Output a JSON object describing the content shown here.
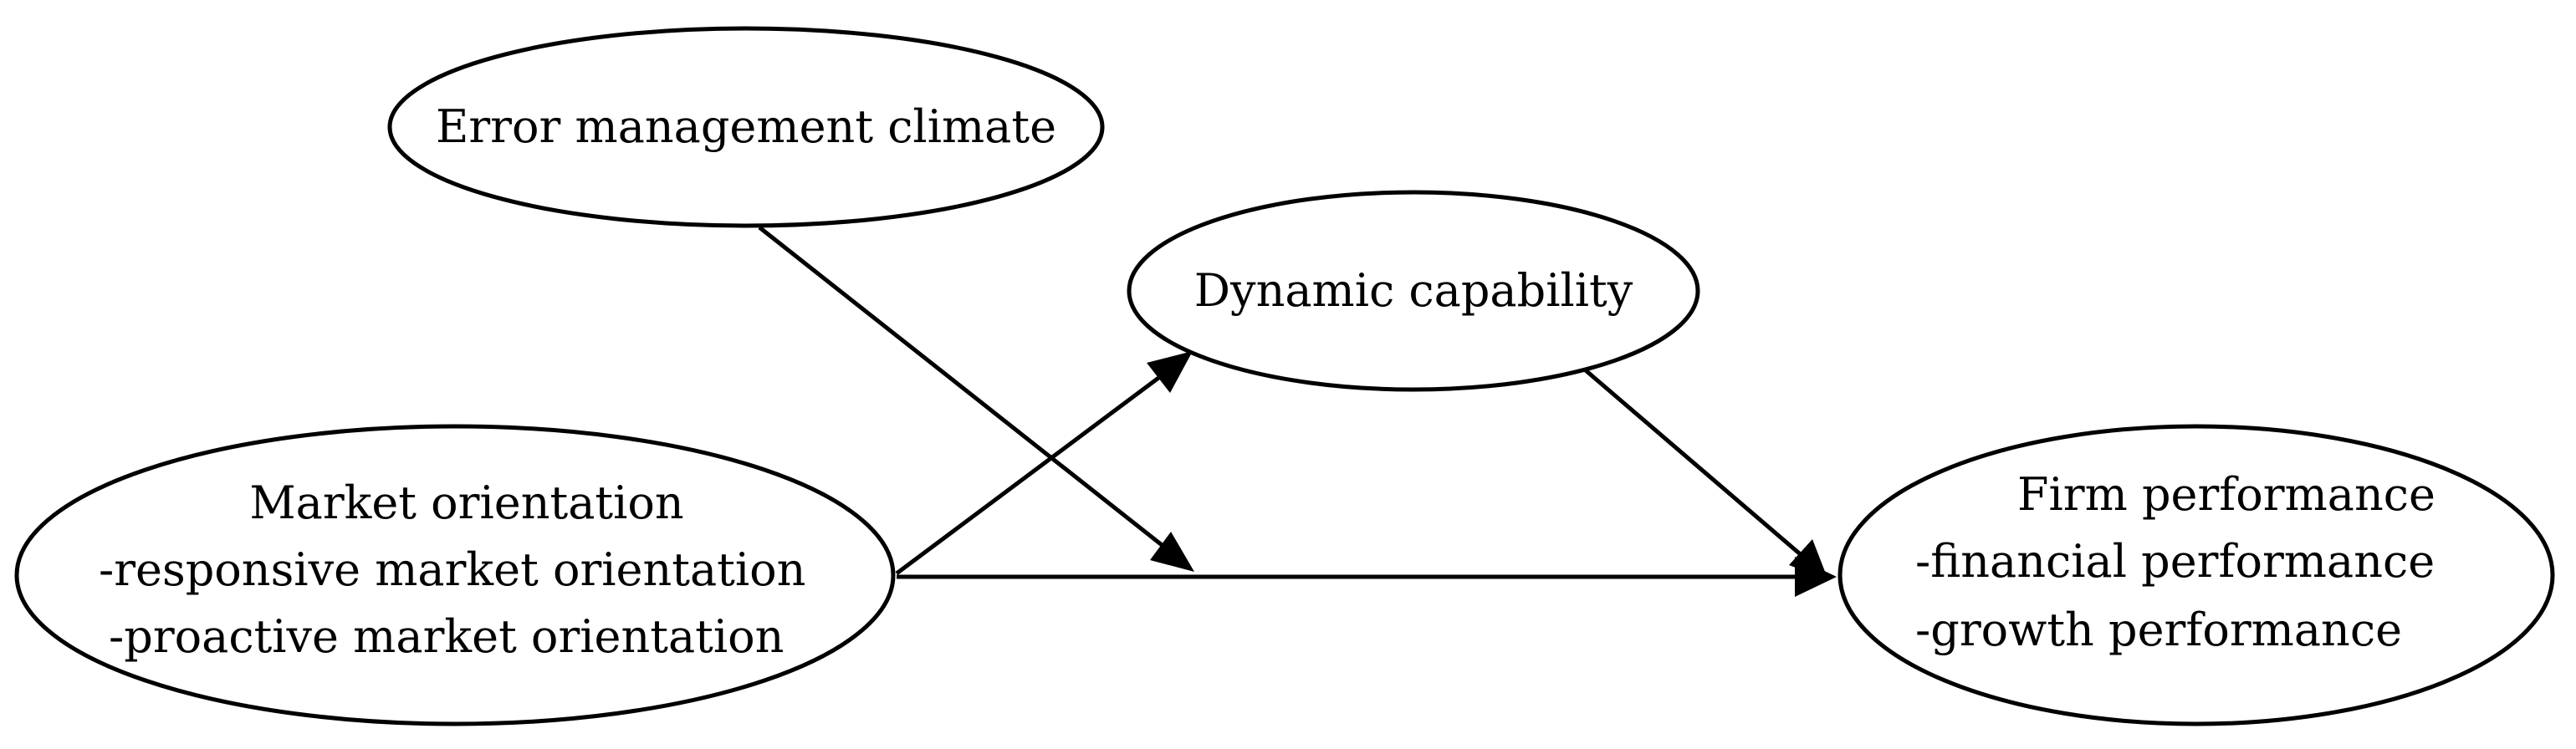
{
  "nodes": {
    "error_management_climate": {
      "lines": [
        "Error management climate"
      ]
    },
    "dynamic_capability": {
      "lines": [
        "Dynamic capability"
      ]
    },
    "market_orientation": {
      "lines": [
        "Market orientation",
        "-responsive market orientation",
        "-proactive market orientation"
      ]
    },
    "firm_performance": {
      "lines": [
        "Firm performance",
        "-financial performance",
        "-growth performance"
      ]
    }
  },
  "edges": [
    {
      "from": "market_orientation",
      "to": "dynamic_capability",
      "kind": "direct"
    },
    {
      "from": "dynamic_capability",
      "to": "firm_performance",
      "kind": "direct"
    },
    {
      "from": "market_orientation",
      "to": "firm_performance",
      "kind": "direct"
    },
    {
      "from": "error_management_climate",
      "to": "market_orientation->firm_performance",
      "kind": "moderation"
    }
  ],
  "colors": {
    "stroke": "#000000",
    "background": "#ffffff"
  }
}
